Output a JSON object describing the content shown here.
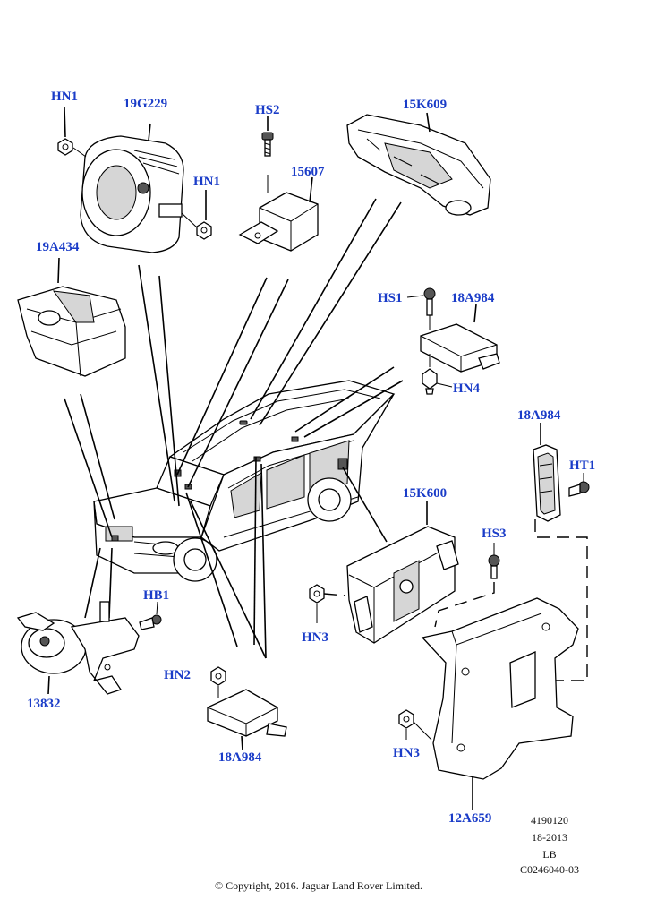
{
  "labels": {
    "hn1_top": "HN1",
    "p19g229": "19G229",
    "hs2": "HS2",
    "p15k609": "15K609",
    "p15607": "15607",
    "hn1_right": "HN1",
    "p19a434": "19A434",
    "hs1": "HS1",
    "p18a984_top": "18A984",
    "hn4": "HN4",
    "p18a984_right": "18A984",
    "ht1": "HT1",
    "p15k600": "15K600",
    "hs3": "HS3",
    "hb1": "HB1",
    "hn3_left": "HN3",
    "p13832": "13832",
    "hn2": "HN2",
    "p18a984_bottom": "18A984",
    "hn3_bottom": "HN3",
    "p12a659": "12A659"
  },
  "meta": {
    "line1": "4190120",
    "line2": "18-2013",
    "line3": "LB",
    "line4": "C0246040-03"
  },
  "copyright": "© Copyright, 2016. Jaguar Land Rover Limited.",
  "colors": {
    "label": "#1a3cc8",
    "ink": "#000000",
    "background": "#ffffff"
  }
}
